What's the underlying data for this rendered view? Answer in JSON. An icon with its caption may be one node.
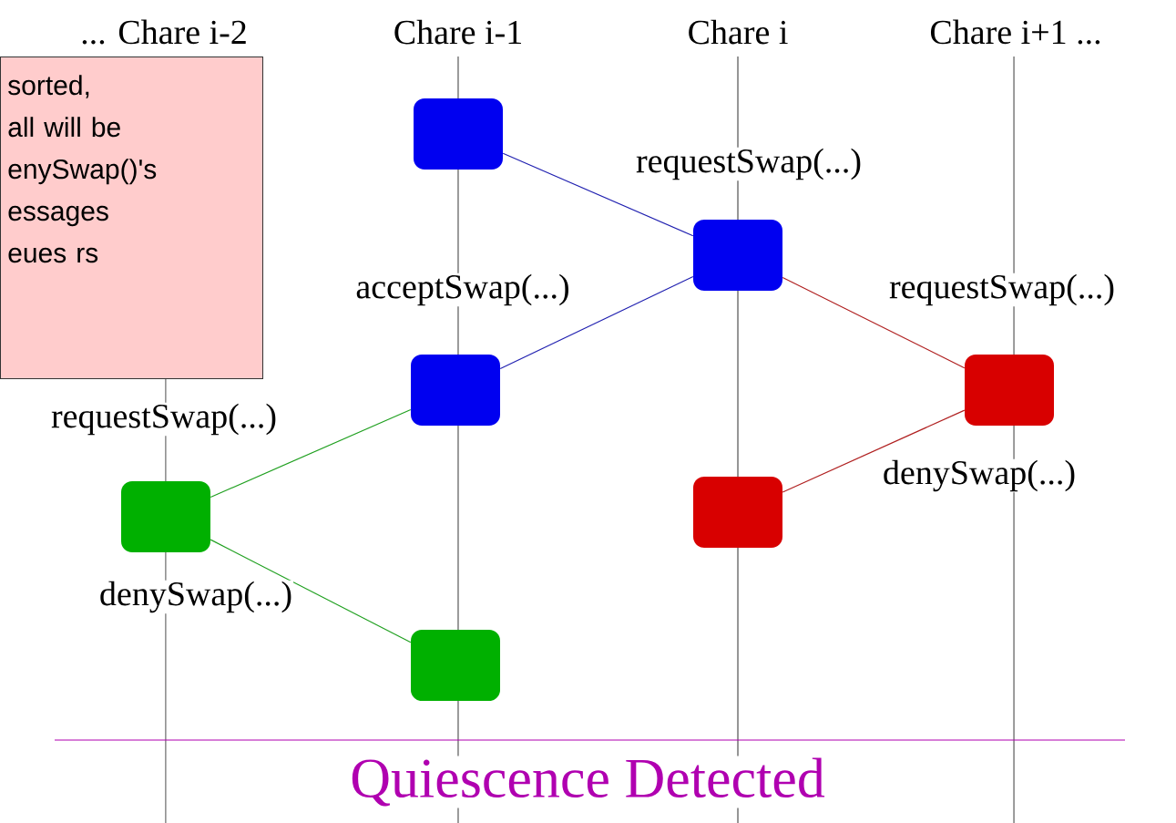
{
  "diagram": {
    "nodes": [
      {
        "text": [
          "sorted, all will be enySwap()'s essages eues rs"
        ]
      },
      {
        "text": [],
        "shape": "box"
      },
      {
        "text": [],
        "shape": "box"
      },
      {
        "text": [],
        "shape": "box"
      },
      {
        "text": [],
        "shape": "box"
      },
      {
        "text": [],
        "shape": "box"
      },
      {
        "text": [],
        "shape": "box"
      },
      {
        "text": [],
        "shape": "box"
      }
    ],
    "edges": [
      {
        "from": 1,
        "to": 2,
        "arrow": "none",
        "label": "requestSwap(...)",
        "color": "#2020b0"
      },
      {
        "from": 2,
        "to": 4,
        "arrow": "none",
        "label": "acceptSwap(...)",
        "color": "#2020b0"
      },
      {
        "from": 2,
        "to": 5,
        "arrow": "none",
        "label": "requestSwap(...)",
        "color": "#b02020"
      },
      {
        "from": 4,
        "to": 3,
        "arrow": "none",
        "label": "requestSwap(...)",
        "color": "#20a020"
      },
      {
        "from": 5,
        "to": 6,
        "arrow": "none",
        "label": "denySwap(...)",
        "color": "#b02020"
      },
      {
        "from": 3,
        "to": 7,
        "arrow": "none",
        "label": "denySwap(...)",
        "color": "#20a020"
      }
    ],
    "labels": [
      "... Chare i-2",
      "Chare i-1",
      "Chare i",
      "Chare i+1 ...",
      "Quiescence Detected"
    ]
  }
}
